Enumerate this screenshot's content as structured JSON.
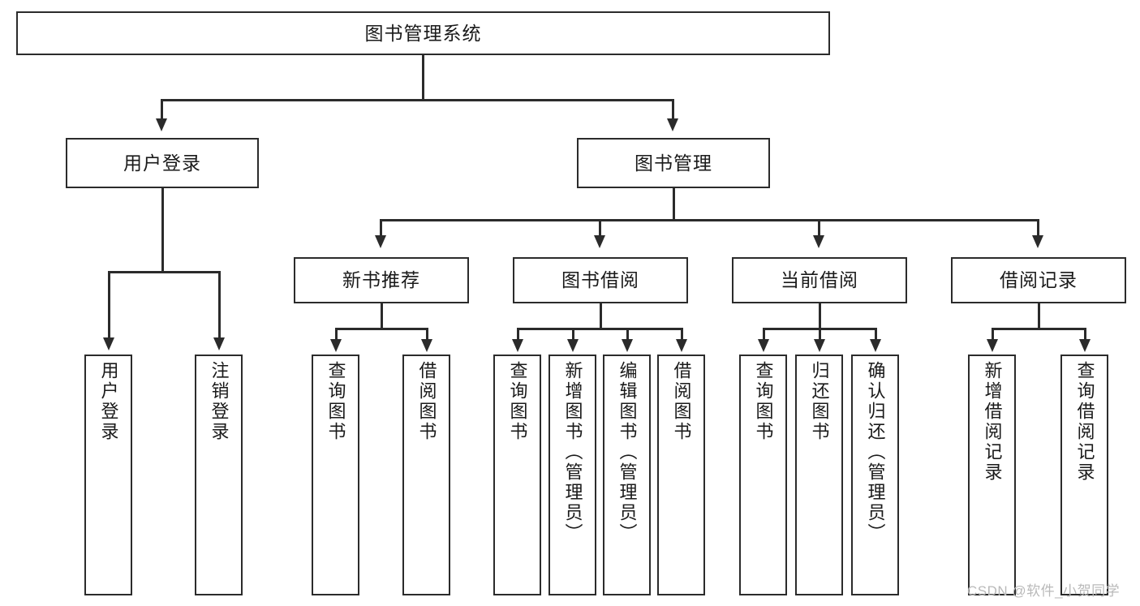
{
  "diagram": {
    "title": "图书管理系统",
    "type": "hierarchy-tree",
    "levels": 4,
    "root": {
      "label": "图书管理系统"
    },
    "level2": [
      {
        "label": "用户登录"
      },
      {
        "label": "图书管理"
      }
    ],
    "level3": [
      {
        "label": "新书推荐",
        "parent": "图书管理"
      },
      {
        "label": "图书借阅",
        "parent": "图书管理"
      },
      {
        "label": "当前借阅",
        "parent": "图书管理"
      },
      {
        "label": "借阅记录",
        "parent": "图书管理"
      }
    ],
    "leaves": {
      "user_login": [
        {
          "label": "用户登录"
        },
        {
          "label": "注销登录"
        }
      ],
      "new_book_recommend": [
        {
          "label": "查询图书"
        },
        {
          "label": "借阅图书"
        }
      ],
      "book_borrow": [
        {
          "label": "查询图书"
        },
        {
          "label": "新增图书（管理员）"
        },
        {
          "label": "编辑图书（管理员）"
        },
        {
          "label": "借阅图书"
        }
      ],
      "current_borrow": [
        {
          "label": "查询图书"
        },
        {
          "label": "归还图书"
        },
        {
          "label": "确认归还（管理员）"
        }
      ],
      "borrow_record": [
        {
          "label": "新增借阅记录"
        },
        {
          "label": "查询借阅记录"
        }
      ]
    }
  },
  "watermark": {
    "text": "CSDN @软件_小贺同学"
  },
  "colors": {
    "stroke": "#2b2b2b",
    "background": "#ffffff",
    "text": "#1a1a1a",
    "watermark": "#b9b9b9"
  }
}
